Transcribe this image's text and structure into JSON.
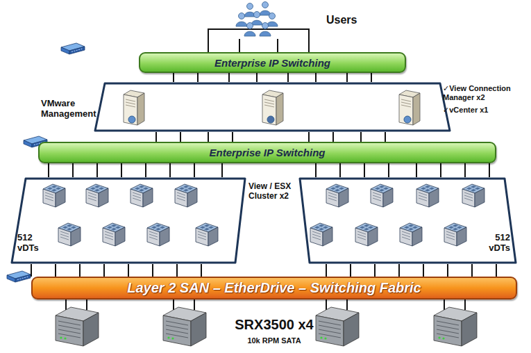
{
  "diagram": {
    "nodes": [
      {
        "text": [
          "Enterprise IP Switching"
        ]
      },
      {
        "text": [
          "VMware Management"
        ]
      },
      {
        "text": [
          "Enterprise IP Switching"
        ]
      },
      {
        "text": [
          "512 vDTs"
        ]
      },
      {
        "text": [
          "512 vDTs"
        ]
      },
      {
        "text": [
          "Layer 2 SAN – EtherDrive – Switching Fabric"
        ]
      }
    ],
    "edges": [
      {
        "from": 0,
        "to": 1,
        "arrow": "none"
      },
      {
        "from": 1,
        "to": 2,
        "arrow": "none"
      },
      {
        "from": 2,
        "to": 3,
        "arrow": "none"
      },
      {
        "from": 2,
        "to": 4,
        "arrow": "none"
      },
      {
        "from": 3,
        "to": 5,
        "arrow": "none"
      },
      {
        "from": 4,
        "to": 5,
        "arrow": "none"
      }
    ],
    "labels": [
      "Users",
      "✓View Connection Manager x2",
      "✓vCenter x1",
      "View / ESX Cluster x2",
      "SRX3500 x4",
      "10k RPM SATA"
    ]
  }
}
